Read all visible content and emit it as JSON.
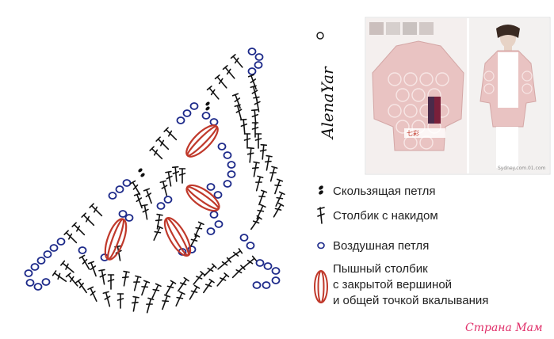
{
  "signature": "AlenaYar",
  "photo": {
    "tag_text": "七彩",
    "caption": "Sydney.com.01.com"
  },
  "legend": [
    {
      "symbol": "slip-stitch-icon",
      "lines": [
        "Скользящая петля"
      ]
    },
    {
      "symbol": "double-crochet-icon",
      "lines": [
        "Столбик с накидом"
      ]
    },
    {
      "symbol": "chain-stitch-icon",
      "lines": [
        "Воздушная петля"
      ]
    },
    {
      "symbol": "puff-stitch-icon",
      "lines": [
        "Пышный столбик",
        "с закрытой вершиной",
        "и общей точкой вкалывания"
      ]
    }
  ],
  "watermark": "Страна Мам",
  "colors": {
    "chain": "#1d2a8a",
    "stitch": "#111111",
    "puff": "#c0392b",
    "pink": "#e9c3c2"
  }
}
